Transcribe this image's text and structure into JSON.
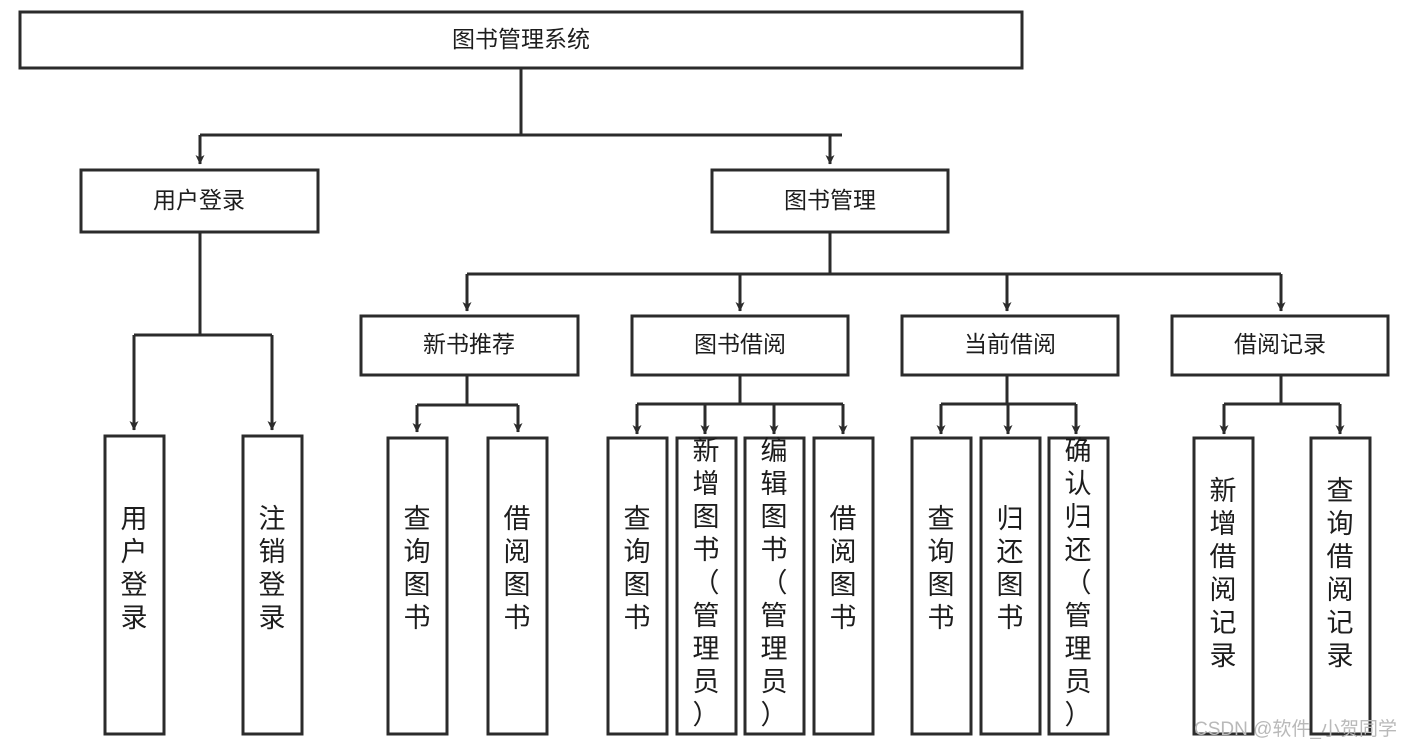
{
  "diagram": {
    "title": "图书管理系统",
    "type": "tree-hierarchy-chart",
    "colors": {
      "stroke": "#2b2b2b",
      "fill": "#ffffff",
      "text": "#1d1d1d",
      "watermark": "#b9b9b9"
    },
    "root": {
      "label": "图书管理系统"
    },
    "level2": [
      {
        "label": "用户登录"
      },
      {
        "label": "图书管理"
      }
    ],
    "level3": [
      {
        "label": "新书推荐"
      },
      {
        "label": "图书借阅"
      },
      {
        "label": "当前借阅"
      },
      {
        "label": "借阅记录"
      }
    ],
    "leaves": {
      "user_login": [
        {
          "label": "用户登录"
        },
        {
          "label": "注销登录"
        }
      ],
      "new_book_recommend": [
        {
          "label": "查询图书"
        },
        {
          "label": "借阅图书"
        }
      ],
      "book_borrow": [
        {
          "label": "查询图书"
        },
        {
          "label": "新增图书（管理员）"
        },
        {
          "label": "编辑图书（管理员）"
        },
        {
          "label": "借阅图书"
        }
      ],
      "current_borrow": [
        {
          "label": "查询图书"
        },
        {
          "label": "归还图书"
        },
        {
          "label": "确认归还（管理员）"
        }
      ],
      "borrow_record": [
        {
          "label": "新增借阅记录"
        },
        {
          "label": "查询借阅记录"
        }
      ]
    }
  },
  "watermark": {
    "text": "CSDN @软件_小贺同学"
  }
}
